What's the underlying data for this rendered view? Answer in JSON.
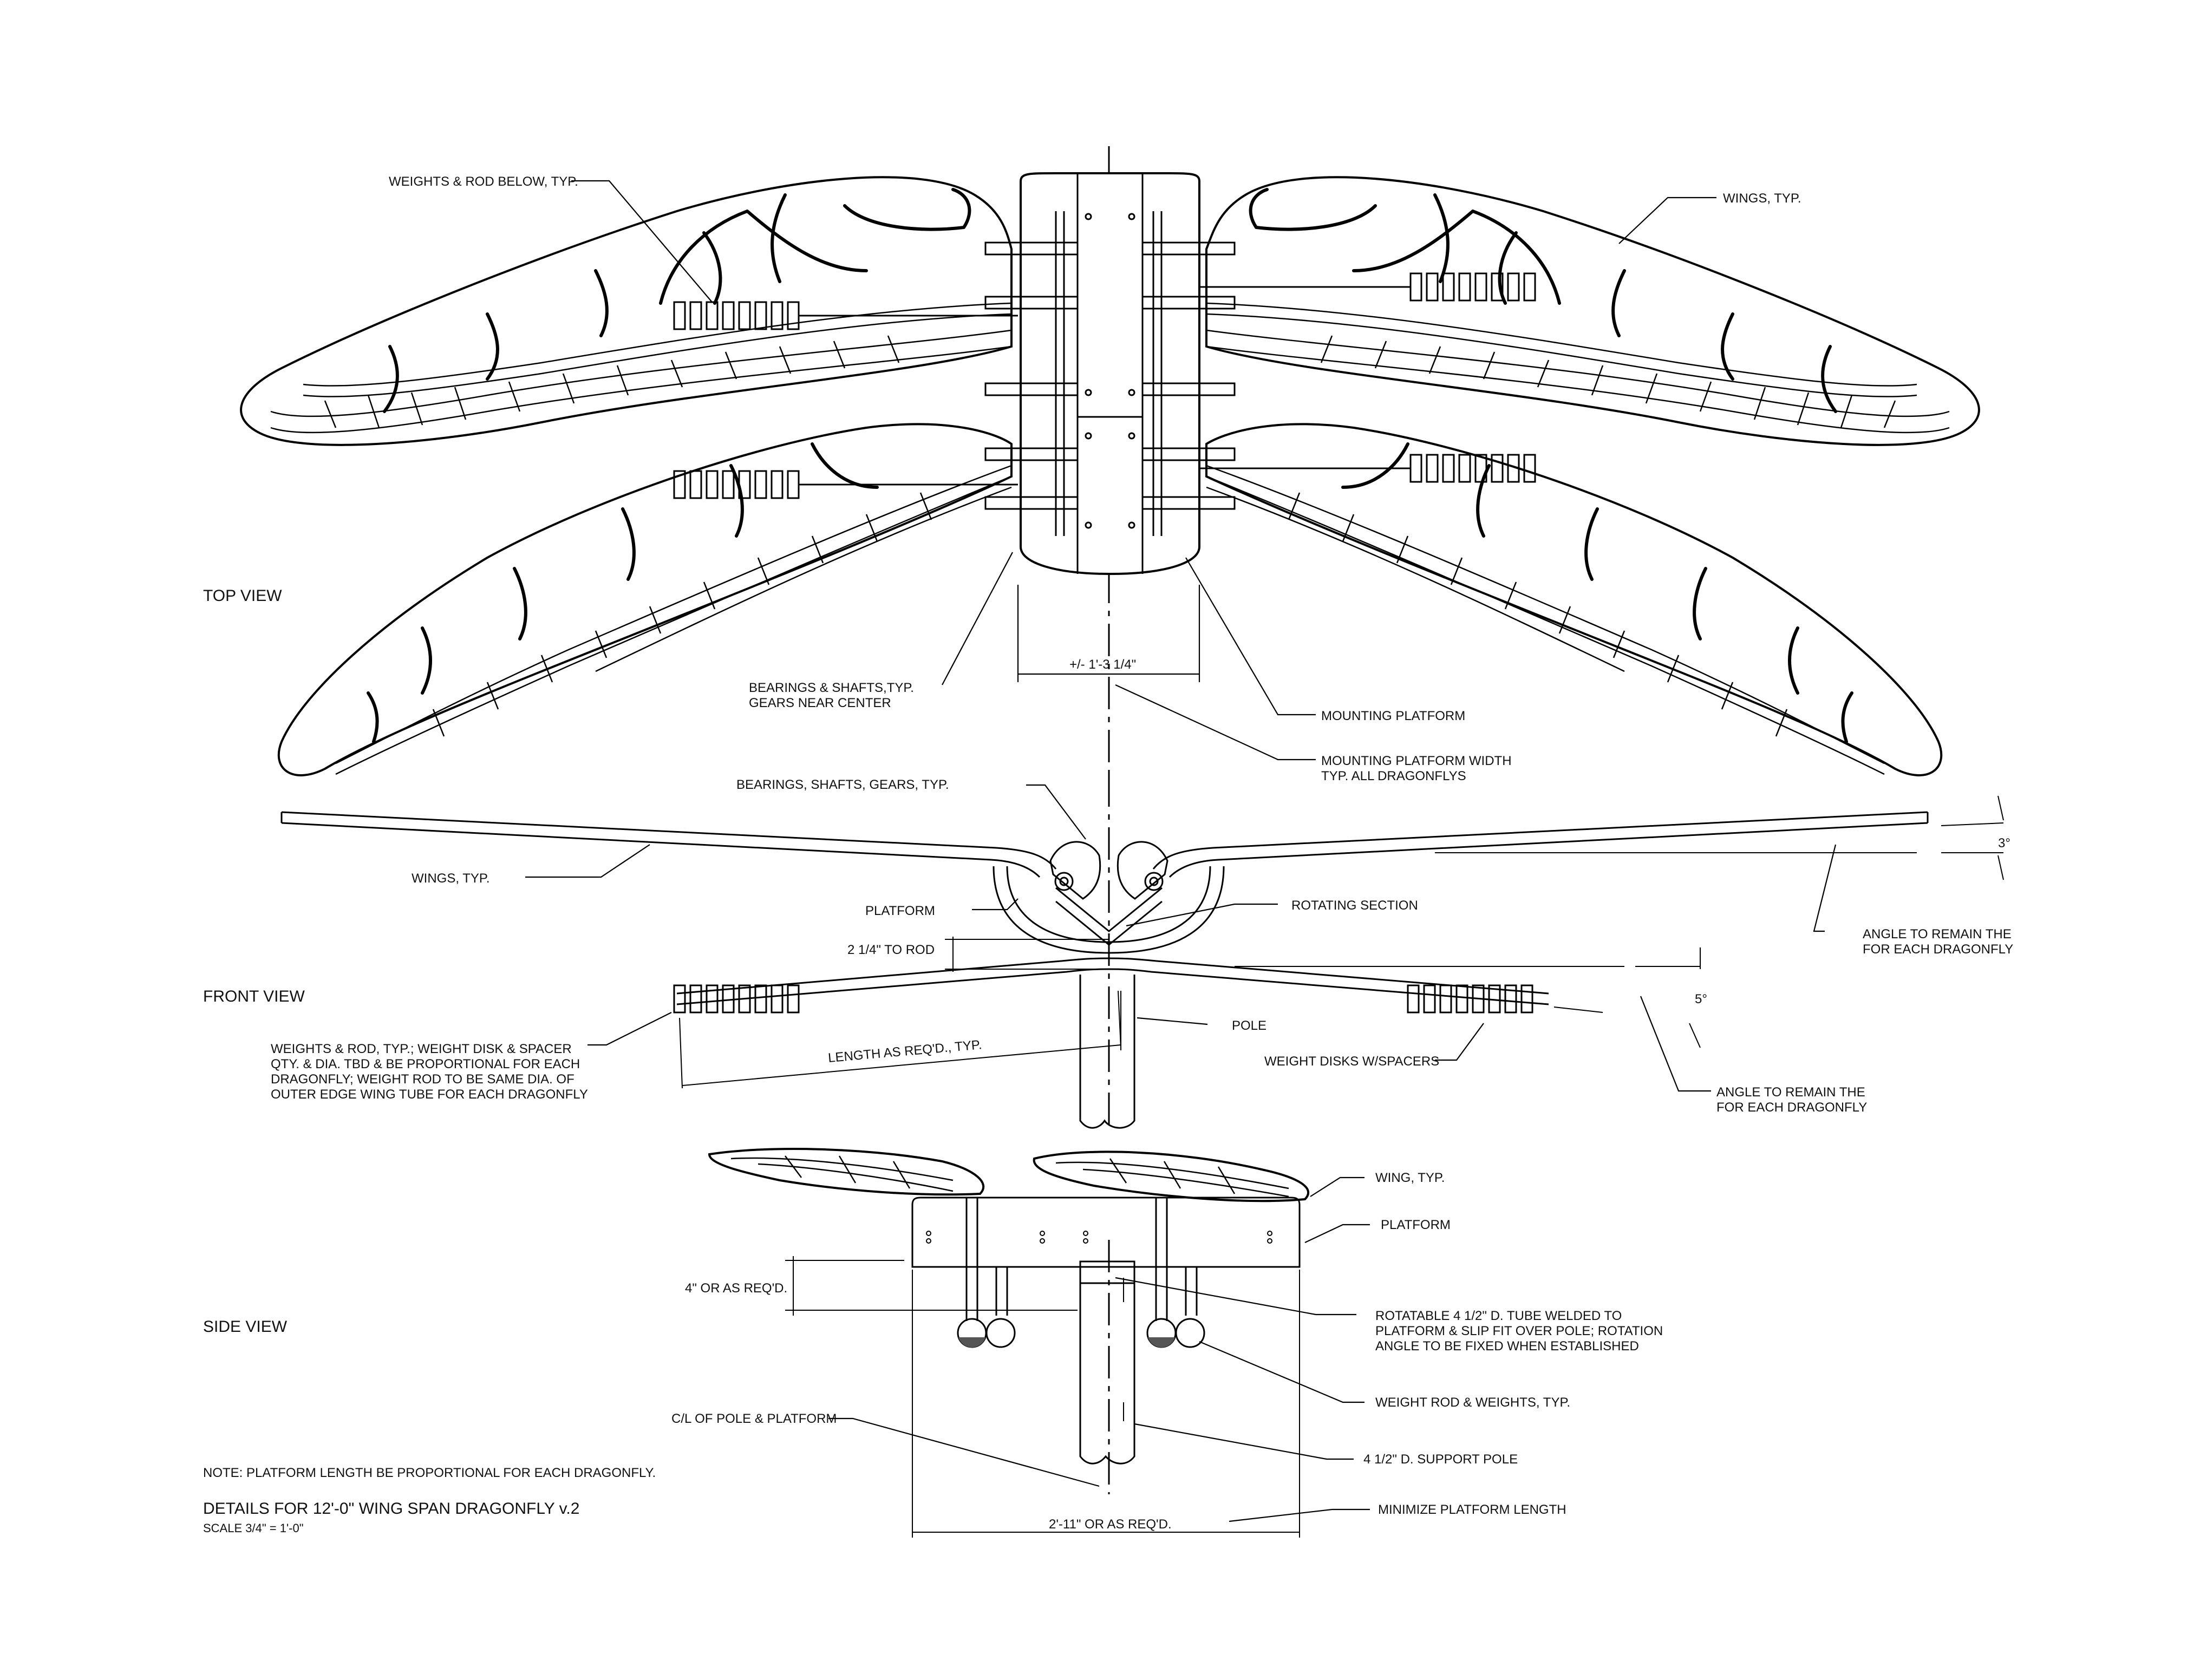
{
  "views": {
    "top": "TOP VIEW",
    "front": "FRONT VIEW",
    "side": "SIDE VIEW"
  },
  "top_labels": {
    "weights_rod_below": "WEIGHTS & ROD BELOW, TYP.",
    "wings": "WINGS, TYP.",
    "bearings_shafts_1": "BEARINGS & SHAFTS,TYP.",
    "bearings_shafts_2": "GEARS NEAR CENTER",
    "platform_dim": "+/- 1'-3 1/4\"",
    "mounting_platform": "MOUNTING PLATFORM",
    "mounting_width_1": "MOUNTING PLATFORM WIDTH",
    "mounting_width_2": "TYP. ALL DRAGONFLYS"
  },
  "front_labels": {
    "bearings_gears": "BEARINGS, SHAFTS, GEARS, TYP.",
    "wings": "WINGS, TYP.",
    "platform": "PLATFORM",
    "rotating_section": "ROTATING SECTION",
    "to_rod": "2 1/4\"  TO ROD",
    "angle_3": "3°",
    "angle_remain_1a": "ANGLE TO REMAIN THE",
    "angle_remain_1b": "FOR EACH DRAGONFLY",
    "pole": "POLE",
    "angle_5": "5°",
    "weights_1": "WEIGHTS & ROD, TYP.; WEIGHT DISK & SPACER",
    "weights_2": "QTY. & DIA. TBD & BE PROPORTIONAL FOR EACH",
    "weights_3": "DRAGONFLY; WEIGHT ROD TO BE SAME DIA. OF",
    "weights_4": "OUTER EDGE WING TUBE FOR EACH DRAGONFLY",
    "length": "LENGTH AS REQ'D., TYP.",
    "weight_disks": "WEIGHT DISKS W/SPACERS",
    "angle_remain_2a": "ANGLE TO REMAIN THE",
    "angle_remain_2b": "FOR EACH DRAGONFLY"
  },
  "side_labels": {
    "wing": "WING, TYP.",
    "platform": "PLATFORM",
    "req_4": "4\" OR AS REQ'D.",
    "tube_1": "ROTATABLE 4 1/2\" D. TUBE WELDED TO",
    "tube_2": "PLATFORM & SLIP FIT OVER POLE; ROTATION",
    "tube_3": "ANGLE TO BE FIXED WHEN ESTABLISHED",
    "weight_rod": "WEIGHT ROD & WEIGHTS, TYP.",
    "cl_pole": "C/L OF POLE & PLATFORM",
    "support_pole": "4 1/2\" D. SUPPORT POLE",
    "width": "2'-11\" OR AS REQ'D.",
    "minimize": "MINIMIZE PLATFORM LENGTH"
  },
  "notes": {
    "note": "NOTE: PLATFORM LENGTH BE PROPORTIONAL FOR EACH DRAGONFLY.",
    "title": "DETAILS FOR 12'-0\" WING SPAN DRAGONFLY v.2",
    "scale": "SCALE 3/4\" = 1'-0\""
  }
}
